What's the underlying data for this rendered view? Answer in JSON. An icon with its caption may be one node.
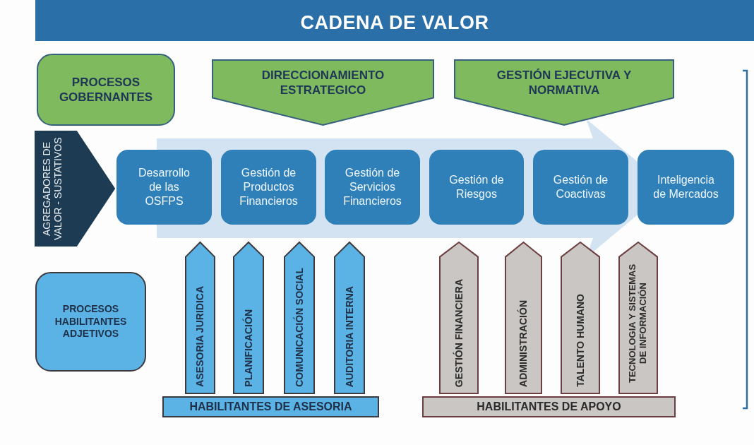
{
  "diagram": {
    "title": "CADENA DE VALOR",
    "nodes": [
      {
        "text": [
          "PROCESOS GOBERNANTES"
        ]
      },
      {
        "text": [
          "DIRECCIONAMIENTO ESTRATEGICO"
        ]
      },
      {
        "text": [
          "GESTIÓN EJECUTIVA Y NORMATIVA"
        ]
      },
      {
        "text": [
          "AGREGADORES DE VALOR - SUSTATIVOS"
        ]
      },
      {
        "text": [
          "Desarrollo de las OSFPS"
        ]
      },
      {
        "text": [
          "Gestión de Productos Financieros"
        ]
      },
      {
        "text": [
          "Gestión de Servicios Financieros"
        ]
      },
      {
        "text": [
          "Gestión de Riesgos"
        ]
      },
      {
        "text": [
          "Gestión de Coactivas"
        ]
      },
      {
        "text": [
          "Inteligencia de Mercados"
        ]
      },
      {
        "text": [
          "PROCESOS HABILITANTES ADJETIVOS"
        ]
      },
      {
        "text": [
          "ASESORIA JURIDICA"
        ]
      },
      {
        "text": [
          "PLANIFICACIÓN"
        ]
      },
      {
        "text": [
          "COMUNICACIÓN SOCIAL"
        ]
      },
      {
        "text": [
          "AUDITORIA INTERNA"
        ]
      },
      {
        "text": [
          "GESTIÓN FINANCIERA"
        ]
      },
      {
        "text": [
          "ADMINISTRACIÓN"
        ]
      },
      {
        "text": [
          "TALENTO HUMANO"
        ]
      },
      {
        "text": [
          "TECNOLOGIA Y SISTEMAS DE INFORMACIÓN"
        ]
      },
      {
        "text": [
          "HABILITANTES DE ASESORIA"
        ]
      },
      {
        "text": [
          "HABILITANTES DE APOYO"
        ]
      }
    ],
    "edges": [
      {
        "from": 4,
        "to": 9,
        "arrow": "to"
      }
    ]
  }
}
